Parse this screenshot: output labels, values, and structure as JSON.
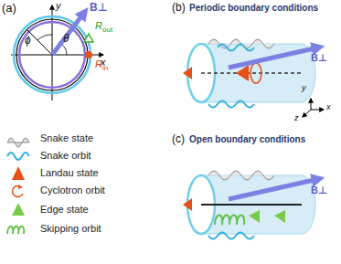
{
  "diagram": {
    "labels": [
      "(a)",
      "y",
      "x",
      "ϕ",
      "θ",
      "B⊥",
      "R",
      "out",
      "R",
      "in",
      "(b)",
      "Periodic boundary conditions",
      "B⊥",
      "y",
      "x",
      "z",
      "(c)",
      "Open boundary conditions",
      "B⊥"
    ],
    "legend": [
      {
        "text": "Snake state"
      },
      {
        "text": "Snake orbit"
      },
      {
        "text": "Landau state"
      },
      {
        "text": "Cyclotron orbit"
      },
      {
        "text": "Edge state"
      },
      {
        "text": "Skipping orbit"
      }
    ]
  }
}
